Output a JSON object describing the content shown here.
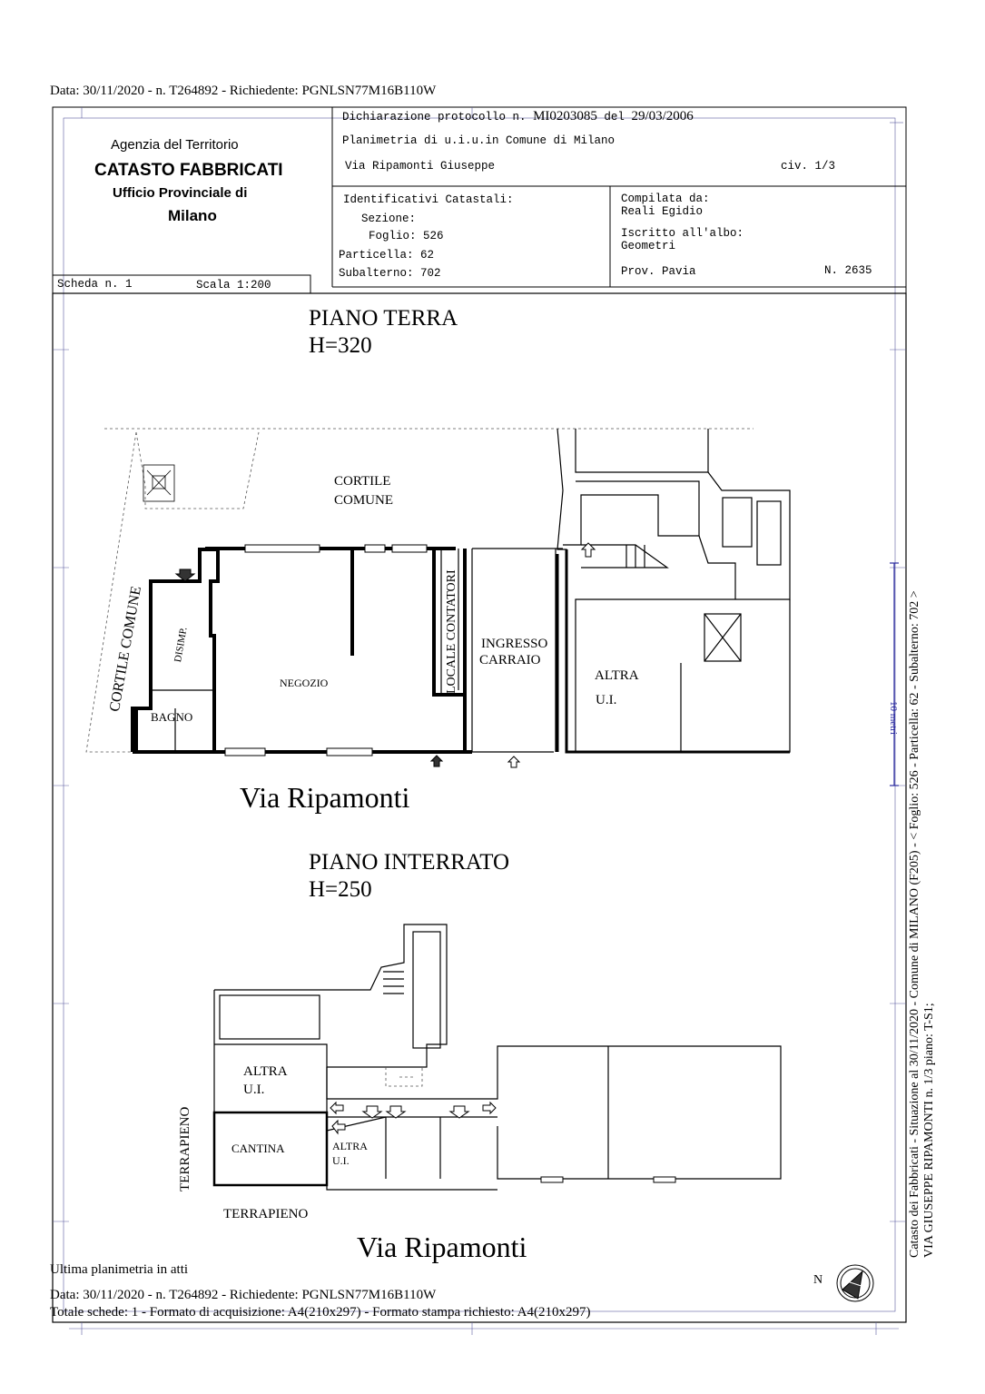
{
  "top_line": "Data: 30/11/2020 - n. T264892 - Richiedente: PGNLSN77M16B110W",
  "agency": {
    "line1": "Agenzia del Territorio",
    "line2": "CATASTO FABBRICATI",
    "line3": "Ufficio Provinciale di",
    "line4": "Milano"
  },
  "header": {
    "dichiarazione_label": "Dichiarazione protocollo n.",
    "protocollo": "MI0203085",
    "del_label": "del",
    "date": "29/03/2006",
    "planimetria": "Planimetria di u.i.u.in Comune di Milano",
    "via": "Via Ripamonti Giuseppe",
    "civ": "civ. 1/3"
  },
  "identificativi": {
    "title": "Identificativi Catastali:",
    "sezione": "Sezione:",
    "foglio": "Foglio: 526",
    "particella": "Particella: 62",
    "subalterno": "Subalterno: 702"
  },
  "compilata": {
    "label": "Compilata da:",
    "name": "Reali Egidio",
    "iscritto": "Iscritto all'albo:",
    "albo": "Geometri",
    "prov": "Prov. Pavia",
    "numero": "N.  2635"
  },
  "scheda": {
    "scheda": "Scheda n. 1",
    "scala": "Scala 1:200"
  },
  "ground_floor": {
    "title": "PIANO TERRA",
    "height": "H=320",
    "cortile_top_1": "CORTILE",
    "cortile_top_2": "COMUNE",
    "cortile_side": "CORTILE COMUNE",
    "disimp": "DISIMP.",
    "bagno": "BAGNO",
    "negozio": "NEGOZIO",
    "locale_contatori": "LOCALE CONTATORI",
    "ingresso_1": "INGRESSO",
    "ingresso_2": "CARRAIO",
    "altra_1": "ALTRA",
    "altra_2": "U.I.",
    "street": "Via Ripamonti"
  },
  "basement": {
    "title": "PIANO INTERRATO",
    "height": "H=250",
    "altra_1": "ALTRA",
    "altra_2": "U.I.",
    "cantina": "CANTINA",
    "altra_small_1": "ALTRA",
    "altra_small_2": "U.I.",
    "terrapieno_side": "TERRAPIENO",
    "terrapieno_bottom": "TERRAPIENO",
    "street": "Via Ripamonti"
  },
  "side_text": {
    "line1": "Catasto dei Fabbricati - Situazione al 30/11/2020 - Comune di MILANO (F205) - <  Foglio: 526 - Particella: 62 - Subalterno: 702 >",
    "line2": "VIA GIUSEPPE RIPAMONTI n. 1/3 piano: T-S1;",
    "scale_mark": "10 metri"
  },
  "footer": {
    "ultima": "Ultima planimetria in atti",
    "line1": "Data: 30/11/2020 - n. T264892 - Richiedente: PGNLSN77M16B110W",
    "line2": "Totale schede: 1 - Formato di acquisizione: A4(210x297)  - Formato stampa richiesto: A4(210x297)",
    "north": "N"
  }
}
